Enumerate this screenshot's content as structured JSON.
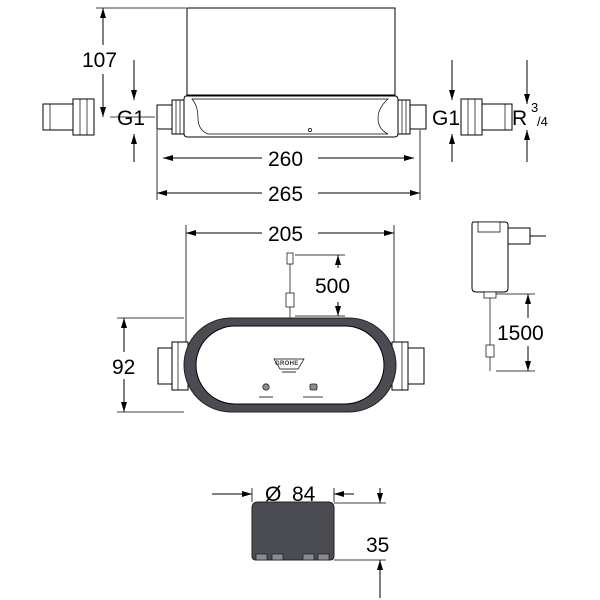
{
  "dimensions": {
    "height_top": "107",
    "thread_left": "G1",
    "thread_right": "G1",
    "thread_outlet_prefix": "R",
    "thread_outlet_num": "3",
    "thread_outlet_den": "/4",
    "length_inner": "260",
    "length_outer": "265",
    "width_body": "205",
    "cable_sensor": "500",
    "height_front": "92",
    "cable_adapter": "1500",
    "diameter_sensor_symbol": "Ø",
    "diameter_sensor": "84",
    "height_sensor": "35"
  },
  "logo": {
    "brand": "GROHE"
  },
  "colors": {
    "line": "#000000",
    "dark_fill": "#4a4c52",
    "mid_fill": "#8a8c92"
  }
}
